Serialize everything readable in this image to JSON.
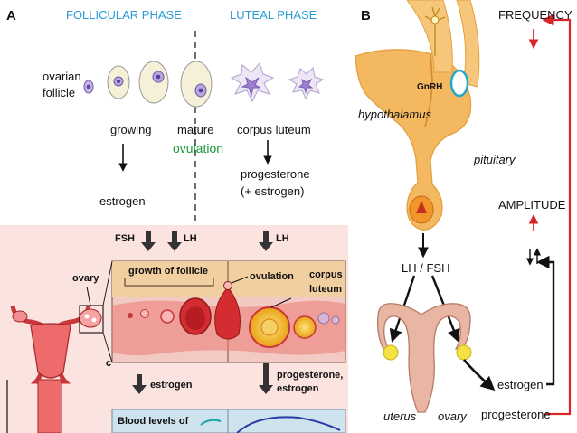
{
  "panel_a": {
    "label": "A",
    "follicular_phase": "FOLLICULAR PHASE",
    "luteal_phase": "LUTEAL PHASE",
    "ovarian_follicle": [
      "ovarian",
      "follicle"
    ],
    "growing": "growing",
    "mature": "mature",
    "ovulation": "ovulation",
    "corpus_luteum": "corpus luteum",
    "estrogen": "estrogen",
    "progesterone_lines": [
      "progesterone",
      "(+ estrogen)"
    ],
    "fsh": "FSH",
    "lh_1": "LH",
    "lh_2": "LH",
    "ovary": "ovary",
    "growth_of_follicle": "growth of follicle",
    "ovulation_inset": "ovulation",
    "corpus_luteum_inset": [
      "corpus",
      "luteum"
    ],
    "c_mark": "c",
    "estrogen_inset": "estrogen",
    "progesterone_estrogen_inset": [
      "progesterone,",
      "estrogen"
    ],
    "blood_levels": "Blood levels of"
  },
  "panel_b": {
    "label": "B",
    "frequency": "FREQUENCY",
    "gnrh": "GnRH",
    "hypothalamus": "hypothalamus",
    "pituitary": "pituitary",
    "amplitude": "AMPLITUDE",
    "lh_fsh": "LH / FSH",
    "uterus": "uterus",
    "ovary": "ovary",
    "estrogen": "estrogen",
    "progesterone": "progesterone"
  },
  "colors": {
    "phase_label": "#2a9bd6",
    "ovulation_green": "#1a9a3a",
    "feedback_red": "#d9262b",
    "gland_orange": "#f4b860",
    "inset_background": "#fbe3e0",
    "follicle_band": "#f1cfa0",
    "blood_levels_panel": "#cfe3ee"
  }
}
